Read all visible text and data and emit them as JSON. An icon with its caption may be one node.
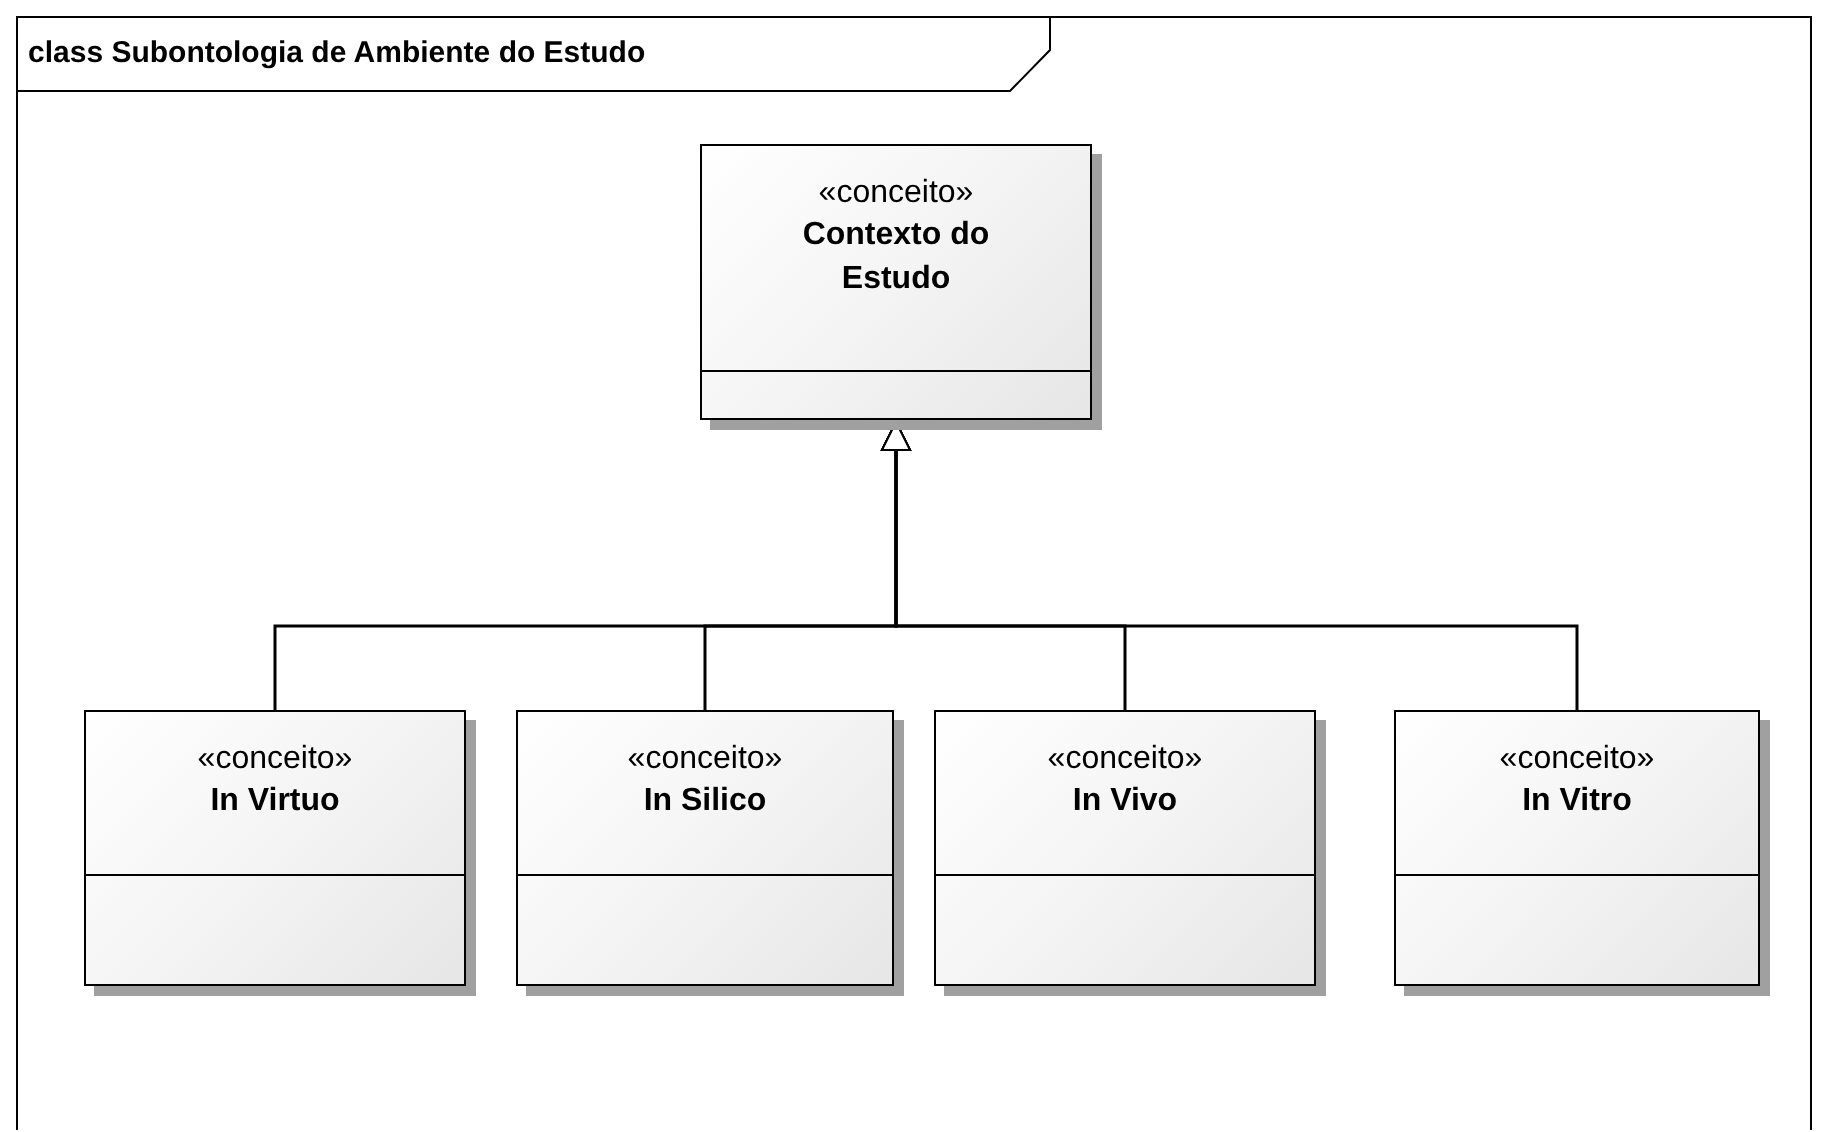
{
  "diagram": {
    "title": "class Subontologia de Ambiente do Estudo",
    "nodes": [
      {
        "text": [
          "«conceito»",
          "Contexto do Estudo"
        ]
      },
      {
        "text": [
          "«conceito»",
          "In Virtuo"
        ]
      },
      {
        "text": [
          "«conceito»",
          "In Silico"
        ]
      },
      {
        "text": [
          "«conceito»",
          "In Vivo"
        ]
      },
      {
        "text": [
          "«conceito»",
          "In Vitro"
        ]
      }
    ],
    "edges": [
      {
        "from": 1,
        "to": 0,
        "arrow": "to"
      },
      {
        "from": 2,
        "to": 0,
        "arrow": "to"
      },
      {
        "from": 3,
        "to": 0,
        "arrow": "to"
      },
      {
        "from": 4,
        "to": 0,
        "arrow": "to"
      }
    ]
  }
}
